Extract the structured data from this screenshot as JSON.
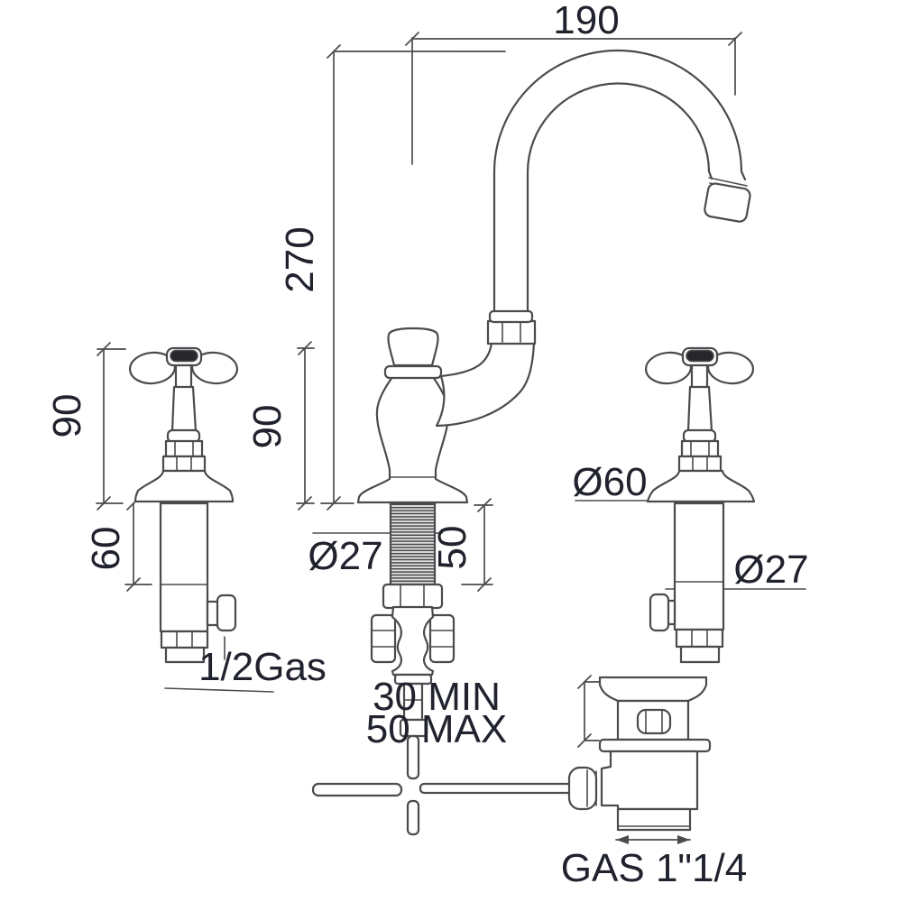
{
  "labels": {
    "d190": "190",
    "d270": "270",
    "d90_left": "90",
    "d90_right": "90",
    "d60": "60",
    "d50": "50",
    "dia27_center": "Ø27",
    "gas_half": "1/2Gas",
    "dia60": "Ø60",
    "dia27_right": "Ø27",
    "deck_min": "30 MIN",
    "deck_max": "50 MAX",
    "gas_waste": "GAS 1\"1/4"
  },
  "colors": {
    "background": "#ffffff",
    "line": "#4b4b4f",
    "text": "#20222e",
    "cap": "#26262b",
    "thread_bg": "#e0e0e0",
    "thread_line": "#47474b"
  }
}
